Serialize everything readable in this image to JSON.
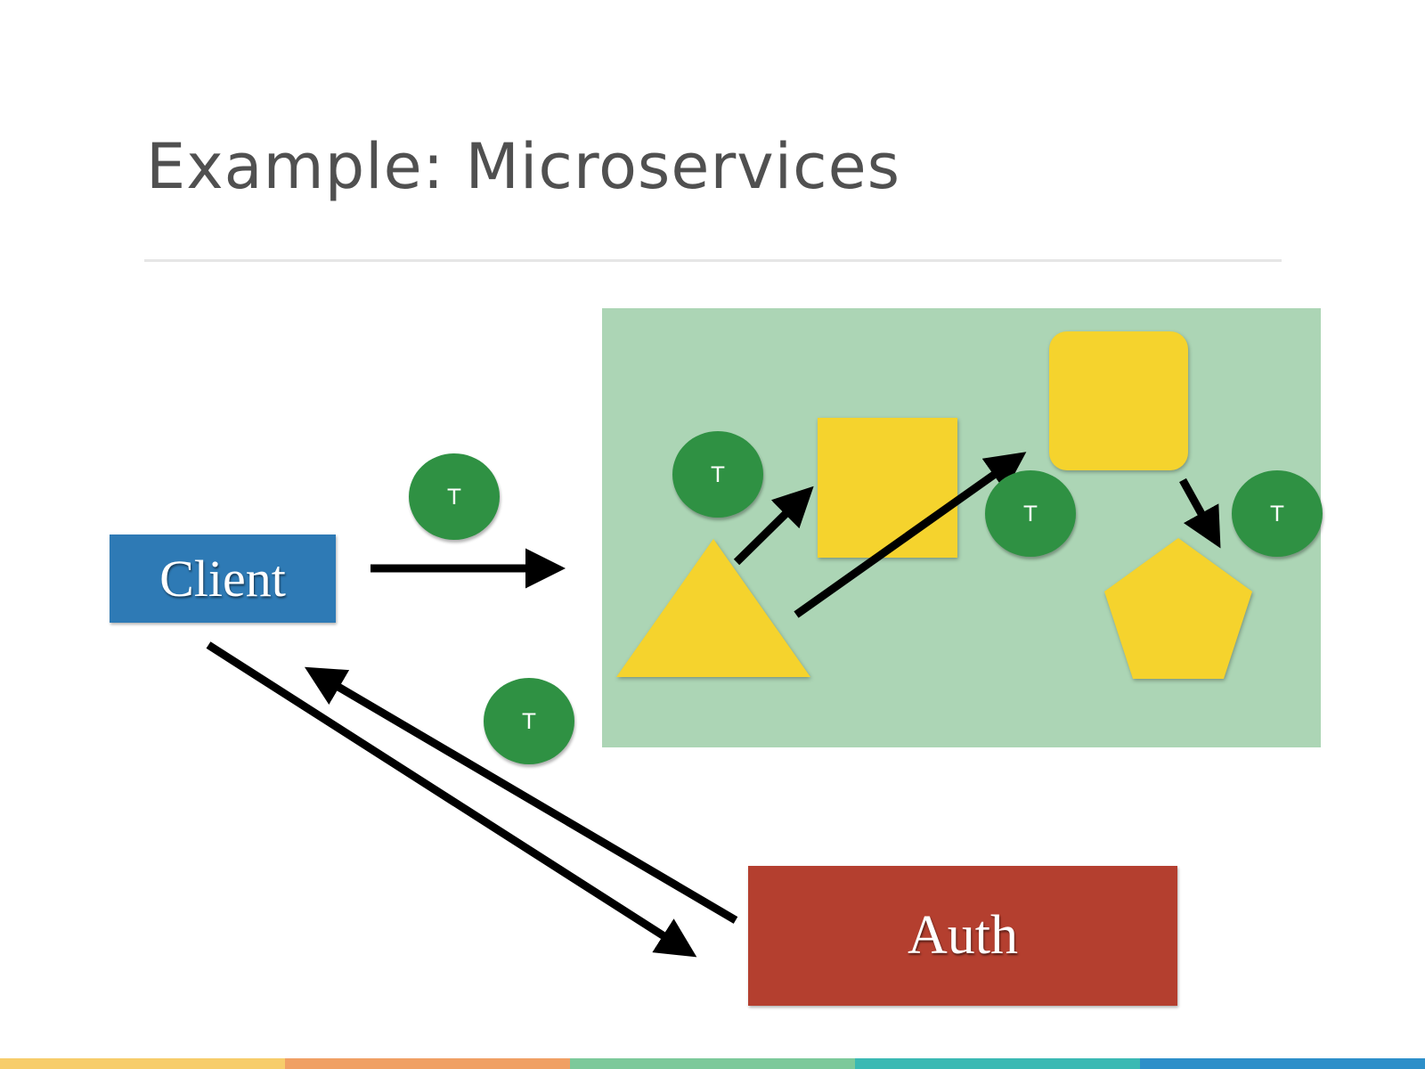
{
  "slide": {
    "title": "Example: Microservices",
    "title_color": "#505050",
    "rule_color": "#e6e6e6"
  },
  "client": {
    "label": "Client",
    "color": "#2e7ab5"
  },
  "auth": {
    "label": "Auth",
    "color": "#b43f2f"
  },
  "service_area": {
    "color": "#acd5b5"
  },
  "shapes": {
    "color": "#f5d32d",
    "items": [
      "triangle",
      "square",
      "rounded-square",
      "pentagon"
    ]
  },
  "tokens": {
    "label": "T",
    "color": "#2f9143",
    "items": [
      {
        "id": "token-1",
        "label": "T"
      },
      {
        "id": "token-2",
        "label": "T"
      },
      {
        "id": "token-3",
        "label": "T"
      },
      {
        "id": "token-4",
        "label": "T"
      },
      {
        "id": "token-5",
        "label": "T"
      }
    ]
  },
  "arrow_color": "#000000",
  "edges": [
    {
      "from": "client",
      "to": "services"
    },
    {
      "from": "client",
      "to": "auth"
    },
    {
      "from": "auth",
      "to": "client"
    },
    {
      "from": "triangle",
      "to": "square"
    },
    {
      "from": "triangle",
      "to": "rounded-square"
    },
    {
      "from": "rounded-square",
      "to": "pentagon"
    }
  ],
  "footer_colors": [
    "#f7cd6b",
    "#f0a064",
    "#7cc99a",
    "#3bb9b3",
    "#2d8fc9"
  ]
}
